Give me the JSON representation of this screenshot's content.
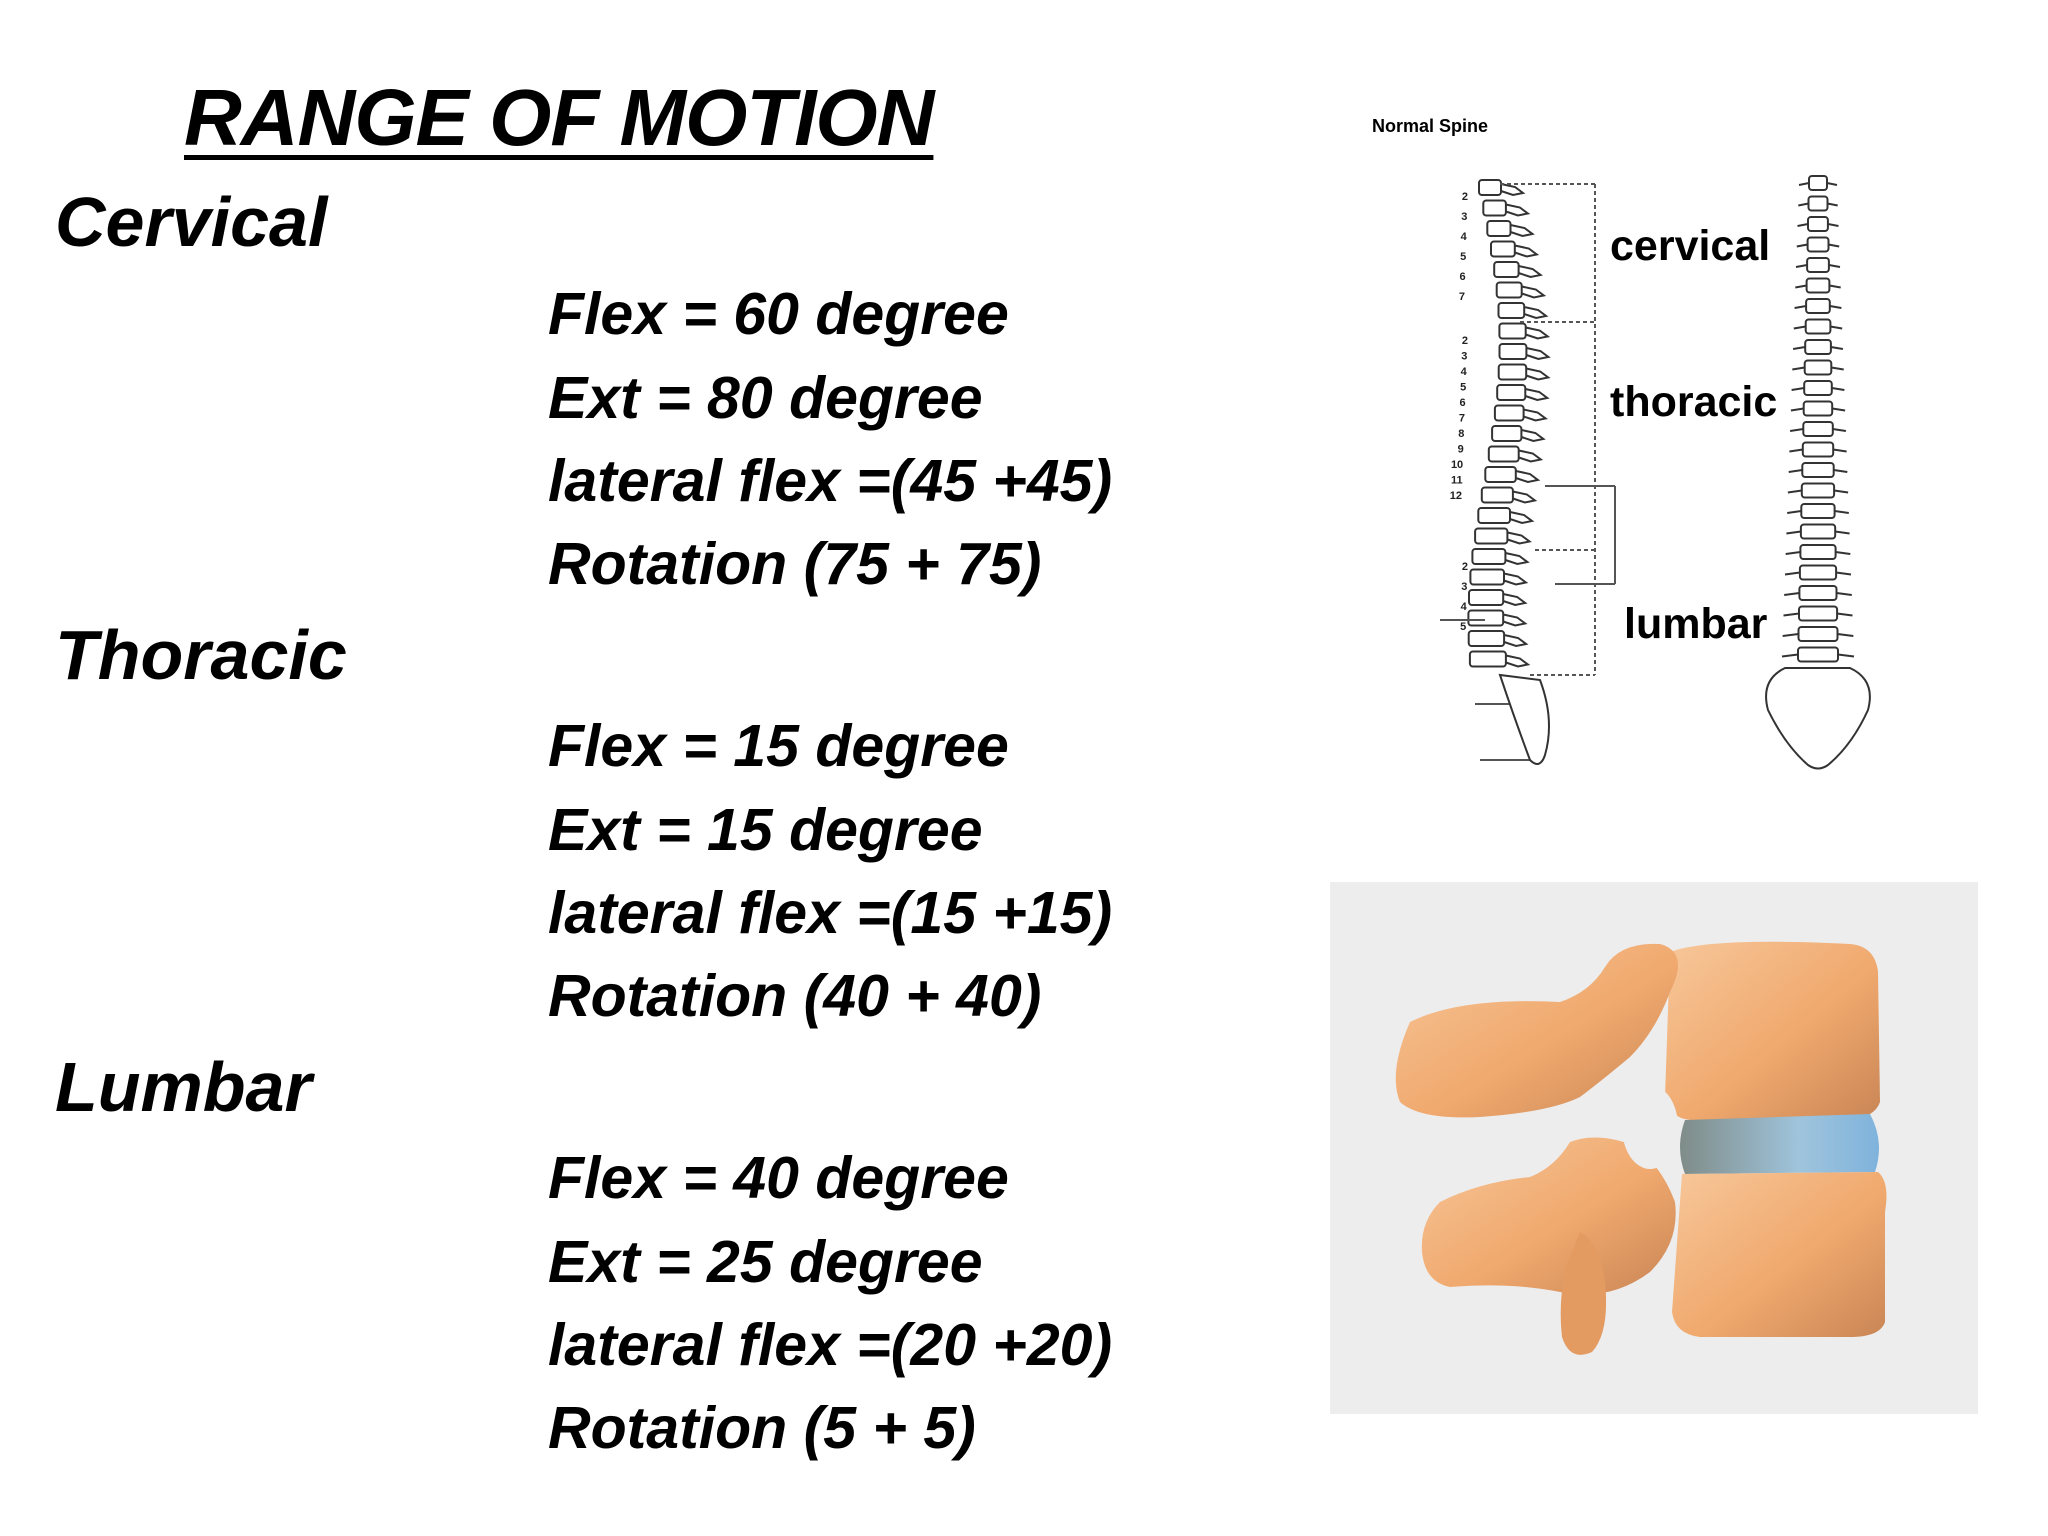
{
  "title": "RANGE OF MOTION",
  "sections": [
    {
      "name": "Cervical",
      "lines": [
        "Flex = 60 degree",
        "Ext  = 80 degree",
        "lateral flex =(45 +45)",
        "Rotation (75 + 75)"
      ]
    },
    {
      "name": "Thoracic",
      "lines": [
        "Flex = 15 degree",
        "Ext  = 15 degree",
        "lateral flex =(15 +15)",
        "Rotation (40 + 40)"
      ]
    },
    {
      "name": "Lumbar",
      "lines": [
        "Flex = 40 degree",
        "Ext  = 25 degree",
        "lateral flex =(20 +20)",
        "Rotation (5 + 5)"
      ]
    }
  ],
  "spine_diagram": {
    "caption": "Normal Spine",
    "regions": [
      "cervical",
      "thoracic",
      "lumbar"
    ],
    "cervical_numbers": [
      "2",
      "3",
      "4",
      "5",
      "6",
      "7"
    ],
    "thoracic_numbers": [
      "2",
      "3",
      "4",
      "5",
      "6",
      "7",
      "8",
      "9",
      "10",
      "11",
      "12"
    ],
    "lumbar_numbers": [
      "2",
      "3",
      "4",
      "5"
    ]
  }
}
